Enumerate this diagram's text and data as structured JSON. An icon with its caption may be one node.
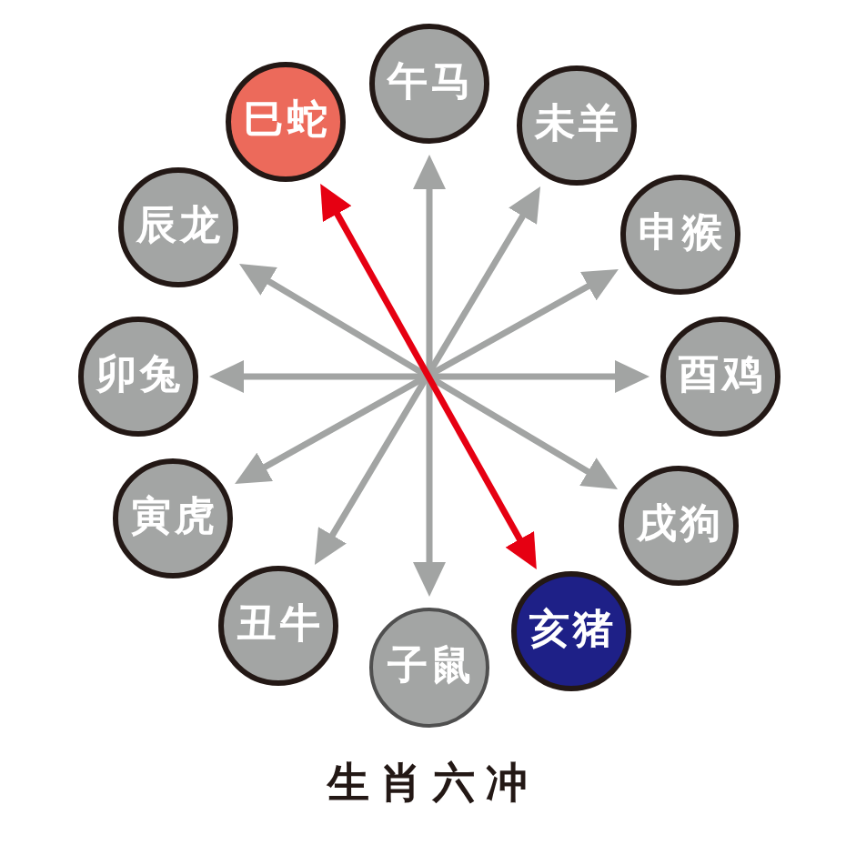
{
  "diagram": {
    "title": "生肖六冲",
    "nodes": [
      {
        "text": [
          "午马"
        ]
      },
      {
        "text": [
          "巳蛇"
        ]
      },
      {
        "text": [
          "未羊"
        ]
      },
      {
        "text": [
          "辰龙"
        ]
      },
      {
        "text": [
          "申猴"
        ]
      },
      {
        "text": [
          "卯兔"
        ]
      },
      {
        "text": [
          "酉鸡"
        ]
      },
      {
        "text": [
          "寅虎"
        ]
      },
      {
        "text": [
          "戌狗"
        ]
      },
      {
        "text": [
          "丑牛"
        ]
      },
      {
        "text": [
          "亥猪"
        ]
      },
      {
        "text": [
          "子鼠"
        ]
      }
    ],
    "edges": [
      {
        "from": 0,
        "to": 11,
        "arrow": "both"
      },
      {
        "from": 1,
        "to": 10,
        "arrow": "both",
        "color": "#e60012"
      },
      {
        "from": 2,
        "to": 9,
        "arrow": "both"
      },
      {
        "from": 3,
        "to": 8,
        "arrow": "both"
      },
      {
        "from": 4,
        "to": 7,
        "arrow": "both"
      },
      {
        "from": 5,
        "to": 6,
        "arrow": "both"
      }
    ]
  }
}
